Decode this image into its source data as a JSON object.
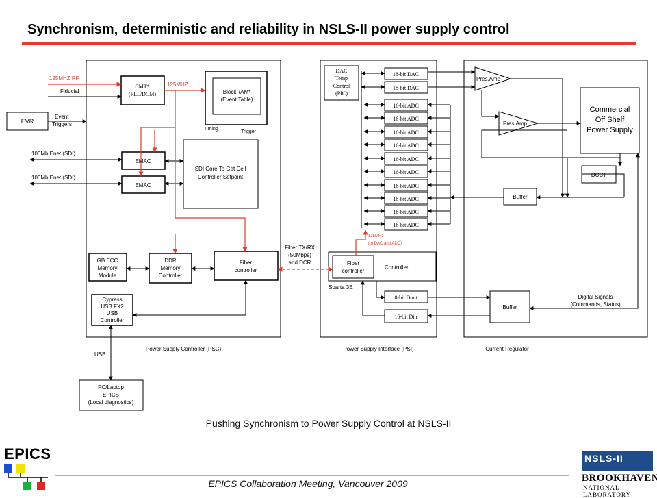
{
  "title": "Synchronism, deterministic and reliability in NSLS-II power supply control",
  "caption": "Pushing Synchronism to Power Supply Control at NSLS-II",
  "footer": "EPICS Collaboration Meeting, Vancouver 2009",
  "logos": {
    "epics": "EPICS",
    "nsls": "NSLS-II",
    "bnl_name": "BROOKHAVEN",
    "bnl_sub": "NATIONAL LABORATORY"
  },
  "colors": {
    "accent": "#e23b2e",
    "line": "#000000"
  },
  "psc": {
    "label": "Power Supply Controller (PSC)",
    "cmt": [
      "CMT*",
      "(PLL/DCM)"
    ],
    "signal_125rf": "125MHZ RF",
    "signal_125": "125MHZ",
    "fiducial": "Fiducial",
    "evr": "EVR",
    "event_triggers": [
      "Event",
      "Triggers"
    ],
    "blockram": [
      "BlockRAM*",
      "(Event Table)"
    ],
    "timing": "Timing",
    "trigger": "Trigger",
    "enet1": "100Mb Enet (SDI)",
    "enet2": "100Mb Enet (SDI)",
    "emac1": "EMAC",
    "emac2": "EMAC",
    "sdi_core": [
      "SDI Core To Get Cell",
      "Controller Setpoint"
    ],
    "gb_ecc": [
      "GB ECC",
      "Memory",
      "Module"
    ],
    "ddr": [
      "DDR",
      "Memory",
      "Controller"
    ],
    "fiber": [
      "Fiber",
      "controller"
    ],
    "usb_ctrl": [
      "Cypress",
      "USB FX2",
      "USB",
      "Controller"
    ],
    "usb": "USB",
    "pc": [
      "PC/Laptop",
      "EPICS",
      "(Local diagnostics)"
    ]
  },
  "link": [
    "Fiber TX/RX",
    "(50Mbps)",
    "and DCR"
  ],
  "psi": {
    "label": "Power Supply Interface (PSI)",
    "dac_temp": [
      "DAC",
      "Temp",
      "Control",
      "(PIC)"
    ],
    "dacs": [
      "18-bit DAC",
      "18-bit DAC"
    ],
    "adcs": [
      "16-bit ADC",
      "16-bit ADC",
      "16-bit ADC",
      "16-bit ADC",
      "16-bit ADC",
      "16-bit ADC",
      "16-bit ADC",
      "16-bit ADC",
      "16-bit ADC",
      "16-bit ADC"
    ],
    "clk_note": [
      "125MHz",
      "(to DAC and ADC)"
    ],
    "fiber": [
      "Fiber",
      "controller"
    ],
    "controller": "Controller",
    "fpga": "Sparta 3E",
    "dout": "8-bit Dout",
    "din": "16-bit Din"
  },
  "cr": {
    "label": "Current Regulator",
    "amp1": "Pres.Amp",
    "amp2": "Pres.Amp",
    "cots": [
      "Commercial",
      "Off Shelf",
      "Power Supply"
    ],
    "dcct": "DCCT",
    "buffer1": "Buffer",
    "buffer2": "Buffer",
    "digital": [
      "Digital Signals",
      "(Commands, Status)"
    ]
  }
}
